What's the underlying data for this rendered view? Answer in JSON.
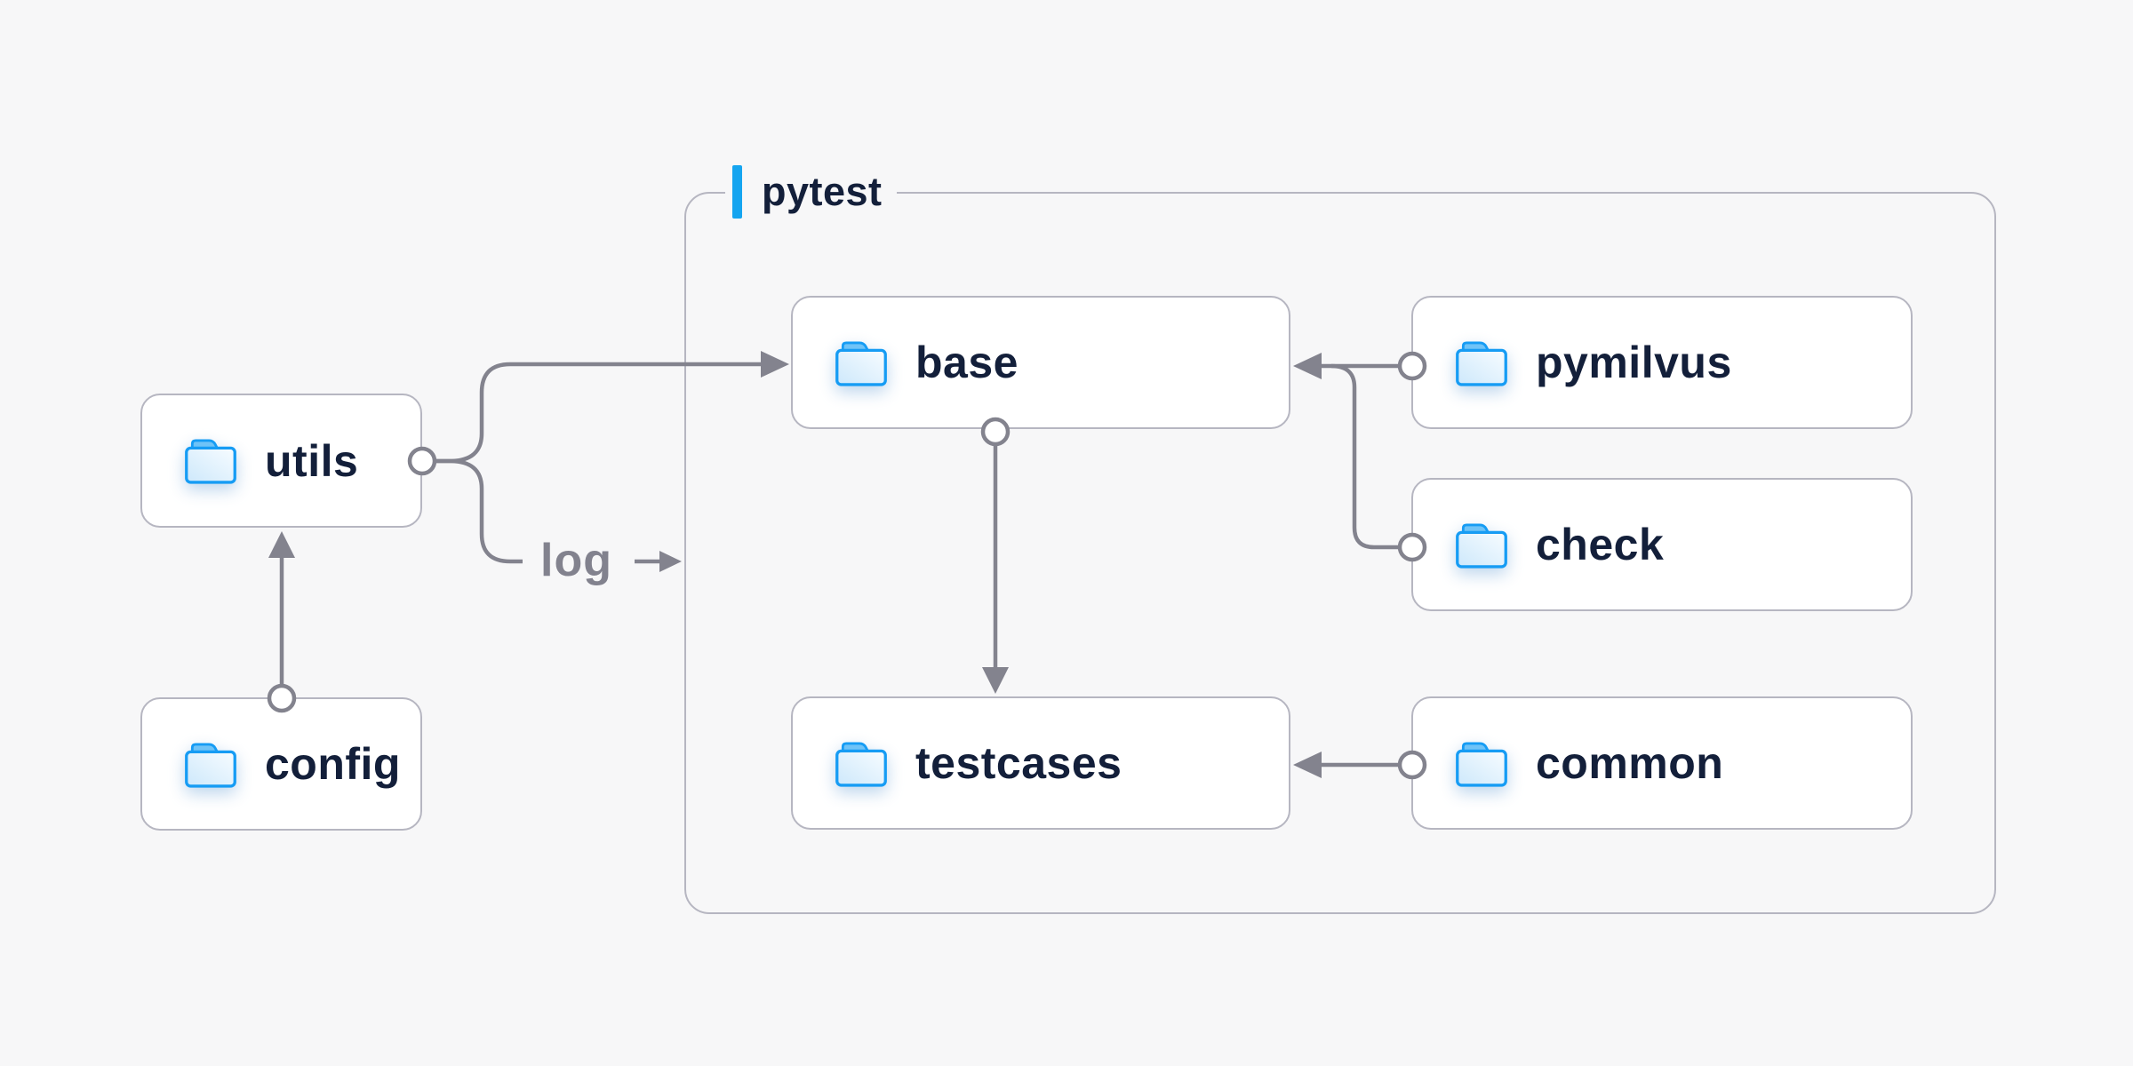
{
  "canvas": {
    "background": "#f7f7f8"
  },
  "container": {
    "label": "pytest"
  },
  "nodes": [
    {
      "id": "utils",
      "label": "utils",
      "icon": "folder-icon"
    },
    {
      "id": "config",
      "label": "config",
      "icon": "folder-icon"
    },
    {
      "id": "base",
      "label": "base",
      "icon": "folder-icon"
    },
    {
      "id": "pymilvus",
      "label": "pymilvus",
      "icon": "folder-icon"
    },
    {
      "id": "check",
      "label": "check",
      "icon": "folder-icon"
    },
    {
      "id": "testcases",
      "label": "testcases",
      "icon": "folder-icon"
    },
    {
      "id": "common",
      "label": "common",
      "icon": "folder-icon"
    }
  ],
  "edges": [
    {
      "from": "config",
      "to": "utils",
      "label": ""
    },
    {
      "from": "utils",
      "to": "base",
      "label": ""
    },
    {
      "from": "utils",
      "to": "pytest",
      "label": "log"
    },
    {
      "from": "pymilvus",
      "to": "base",
      "label": ""
    },
    {
      "from": "check",
      "to": "base",
      "label": ""
    },
    {
      "from": "base",
      "to": "testcases",
      "label": ""
    },
    {
      "from": "common",
      "to": "testcases",
      "label": ""
    }
  ],
  "colors": {
    "accent_blue": "#15a5f0",
    "folder_blue": "#169cf4",
    "line_gray": "#83838e",
    "text_navy": "#131f3a",
    "node_border": "#b6b6c1",
    "node_background": "#ffffff",
    "canvas_background": "#f7f7f8"
  }
}
